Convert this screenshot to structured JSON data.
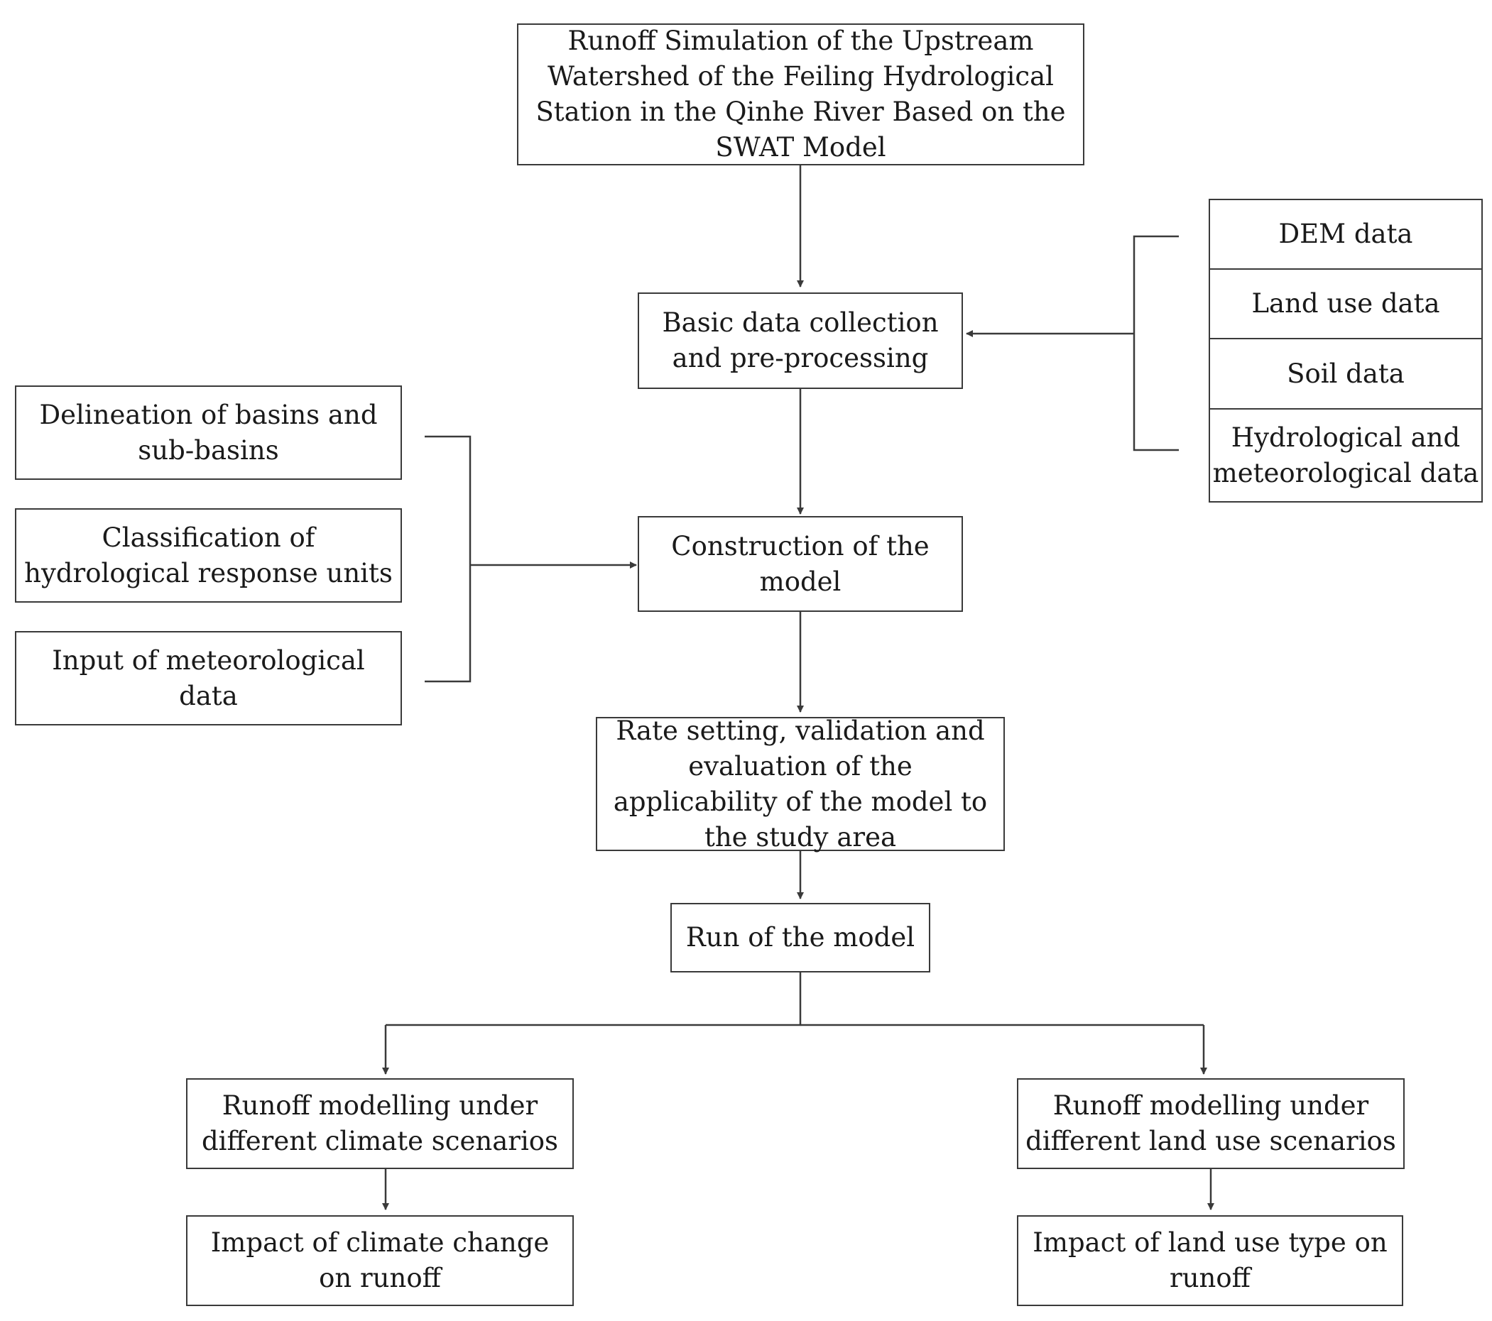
{
  "nodes": {
    "title": "Runoff Simulation of the Upstream Watershed of the Feiling Hydrological Station in the Qinhe River Based on the SWAT Model",
    "basic_data": "Basic data collection and pre-processing",
    "construction": "Construction of the model",
    "rate_setting": "Rate setting, validation and evaluation of the applicability of the model to the study area",
    "run": "Run of the model",
    "climate_scenarios": "Runoff modelling under different climate scenarios",
    "landuse_scenarios": "Runoff modelling under different land use scenarios",
    "climate_impact": "Impact of climate change on runoff",
    "landuse_impact": "Impact of land use type on runoff"
  },
  "inputs": {
    "dem": "DEM data",
    "land_use": "Land use data",
    "soil": "Soil data",
    "hydro_met": "Hydrological and meteorological data"
  },
  "model_steps": {
    "delineation": "Delineation of basins and sub-basins",
    "classification": "Classification of hydrological response units",
    "met_input": "Input of meteorological data"
  },
  "colors": {
    "stroke": "#3a3a3a",
    "text": "#1a1a1a"
  }
}
